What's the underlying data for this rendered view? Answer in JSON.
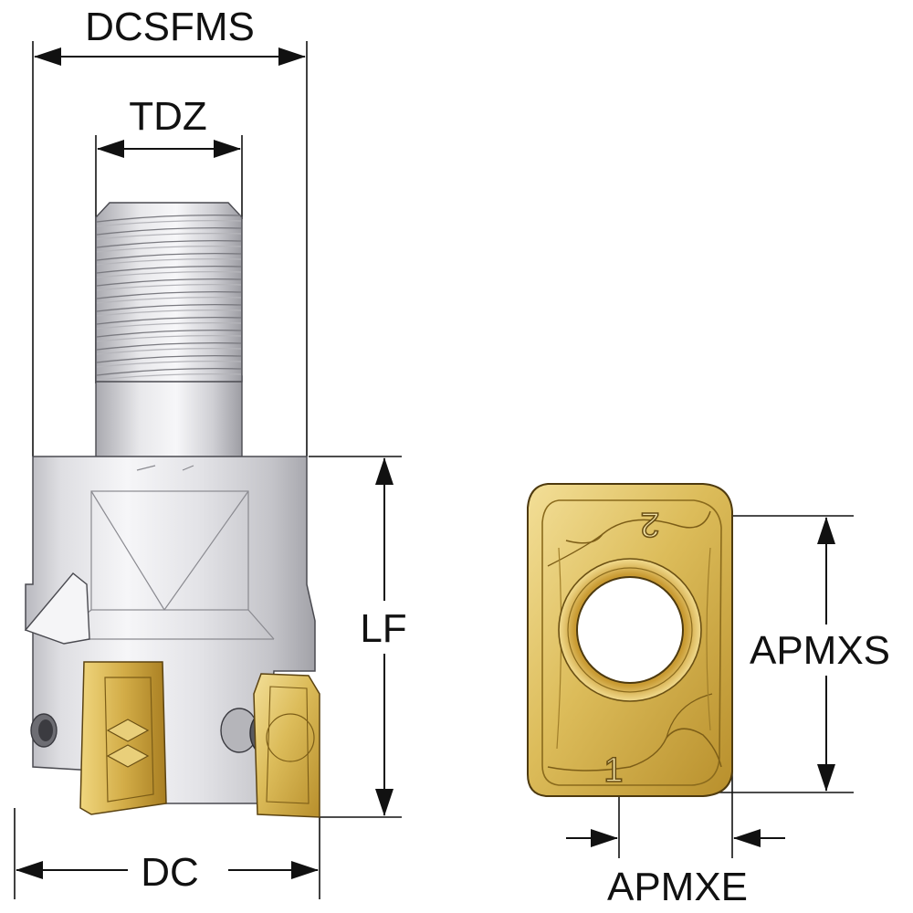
{
  "labels": {
    "dcsfms": "DCSFMS",
    "tdz": "TDZ",
    "lf": "LF",
    "dc": "DC",
    "apmxs": "APMXS",
    "apmxe": "APMXE"
  },
  "insert_marks": {
    "edge_one": "1",
    "edge_two": "2"
  },
  "colors": {
    "dimension_line": "#111111",
    "steel_light": "#e9e9ec",
    "steel_mid": "#c9c9cd",
    "steel_dark": "#8e8e94",
    "insert_gold_light": "#f1d98a",
    "insert_gold": "#d6b24c",
    "insert_gold_dark": "#8a6a1c"
  }
}
